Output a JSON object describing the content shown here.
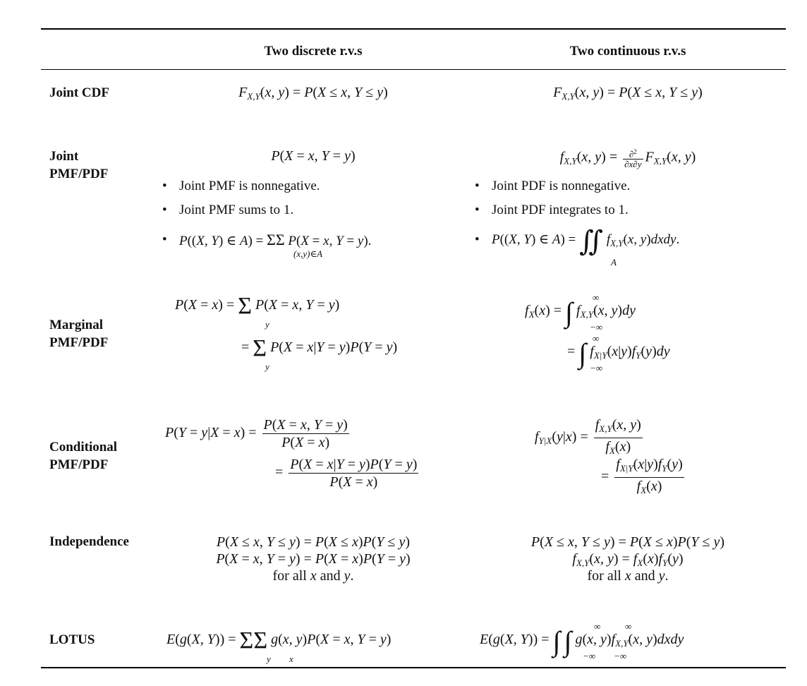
{
  "header": {
    "col1": "Two discrete r.v.s",
    "col2": "Two continuous r.v.s"
  },
  "rows": {
    "joint_cdf": {
      "label": "Joint CDF",
      "discrete": "F_{X,Y}(x,y) = P(X ≤ x, Y ≤ y)",
      "continuous": "F_{X,Y}(x,y) = P(X ≤ x, Y ≤ y)"
    },
    "joint_pmf_pdf": {
      "label_line1": "Joint",
      "label_line2": "PMF/PDF",
      "discrete_main": "P(X = x, Y = y)",
      "discrete_bullets": [
        "Joint PMF is nonnegative.",
        "Joint PMF sums to 1.",
        "P((X,Y) ∈ A) = ΣΣ_{(x,y)∈A} P(X = x, Y = y)."
      ],
      "continuous_main": "f_{X,Y}(x,y) = ∂²/∂x∂y F_{X,Y}(x,y)",
      "continuous_bullets": [
        "Joint PDF is nonnegative.",
        "Joint PDF integrates to 1.",
        "P((X,Y) ∈ A) = ∬_A f_{X,Y}(x,y)dxdy."
      ]
    },
    "marginal": {
      "label_line1": "Marginal",
      "label_line2": "PMF/PDF",
      "discrete_line1": "P(X = x) = Σ_y P(X = x, Y = y)",
      "discrete_line2": "= Σ_y P(X = x|Y = y)P(Y = y)",
      "continuous_line1": "f_X(x) = ∫_{-∞}^{∞} f_{X,Y}(x,y)dy",
      "continuous_line2": "= ∫_{-∞}^{∞} f_{X|Y}(x|y)f_Y(y)dy"
    },
    "conditional": {
      "label_line1": "Conditional",
      "label_line2": "PMF/PDF",
      "discrete_line1": "P(Y = y|X = x) = P(X = x, Y = y) / P(X = x)",
      "discrete_line2": "= P(X = x|Y = y)P(Y = y) / P(X = x)",
      "continuous_line1": "f_{Y|X}(y|x) = f_{X,Y}(x,y) / f_X(x)",
      "continuous_line2": "= f_{X|Y}(x|y)f_Y(y) / f_X(x)"
    },
    "independence": {
      "label": "Independence",
      "discrete_line1": "P(X ≤ x, Y ≤ y) = P(X ≤ x)P(Y ≤ y)",
      "discrete_line2": "P(X = x, Y = y) = P(X = x)P(Y = y)",
      "discrete_line3": "for all x and y.",
      "continuous_line1": "P(X ≤ x, Y ≤ y) = P(X ≤ x)P(Y ≤ y)",
      "continuous_line2": "f_{X,Y}(x,y) = f_X(x)f_Y(y)",
      "continuous_line3": "for all x and y."
    },
    "lotus": {
      "label": "LOTUS",
      "discrete": "E(g(X,Y)) = Σ_y Σ_x g(x,y)P(X = x, Y = y)",
      "continuous": "E(g(X,Y)) = ∫_{-∞}^{∞} ∫_{-∞}^{∞} g(x,y)f_{X,Y}(x,y)dxdy"
    }
  }
}
